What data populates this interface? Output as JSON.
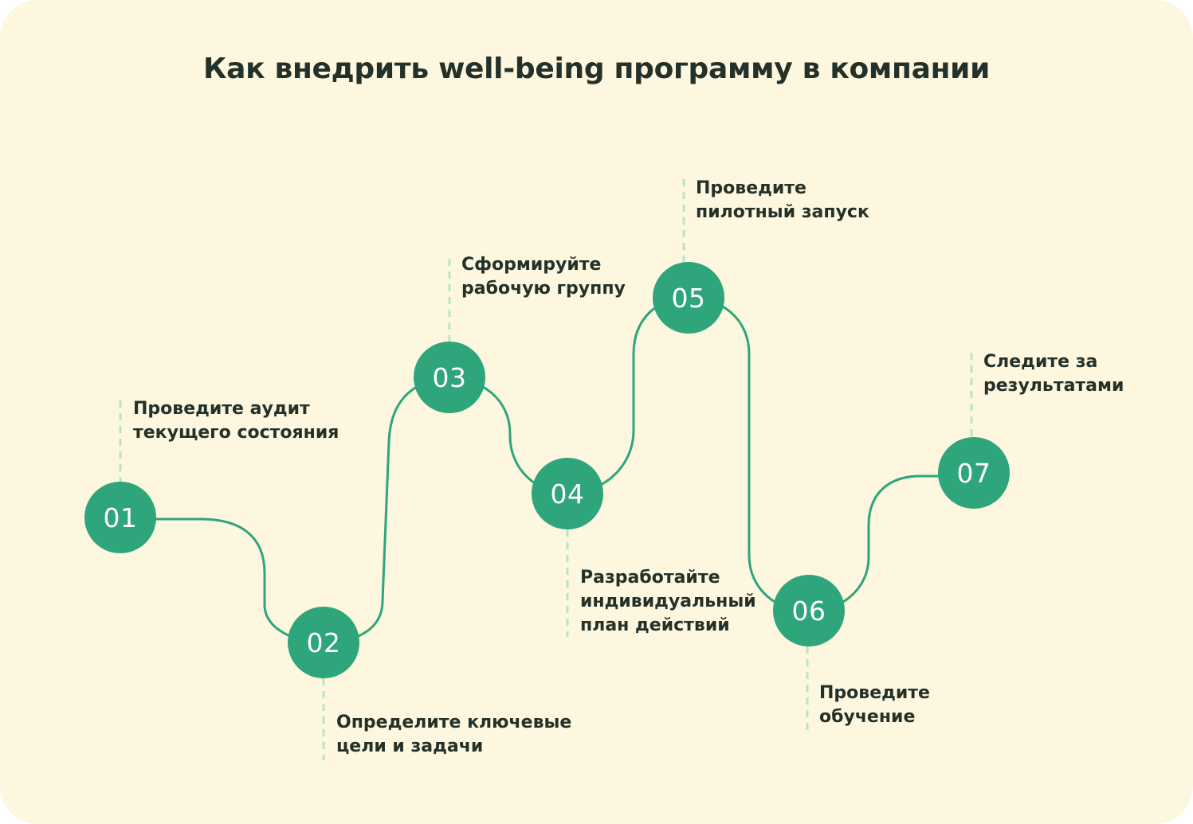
{
  "title": "Как внедрить well-being программу в компании",
  "colors": {
    "background": "#fdf7e0",
    "accent": "#2ea57a",
    "connector": "#b9e4c5",
    "text": "#243129"
  },
  "steps": [
    {
      "number": "01",
      "lines": [
        "Проведите аудит",
        "текущего состояния"
      ]
    },
    {
      "number": "02",
      "lines": [
        "Определите ключевые",
        "цели и задачи"
      ]
    },
    {
      "number": "03",
      "lines": [
        "Сформируйте",
        "рабочую группу"
      ]
    },
    {
      "number": "04",
      "lines": [
        "Разработайте",
        "индивидуальный",
        "план действий"
      ]
    },
    {
      "number": "05",
      "lines": [
        "Проведите",
        "пилотный запуск"
      ]
    },
    {
      "number": "06",
      "lines": [
        "Проведите",
        "обучение"
      ]
    },
    {
      "number": "07",
      "lines": [
        "Следите за",
        "результатами"
      ]
    }
  ]
}
